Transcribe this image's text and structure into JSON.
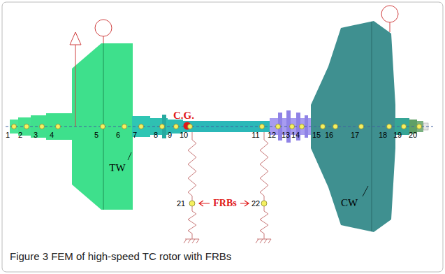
{
  "diagram": {
    "caption": "Figure 3 FEM of high-speed TC rotor with FRBs",
    "labels": [
      "1",
      "2",
      "3",
      "4",
      "5",
      "6",
      "7",
      "8",
      "9",
      "10",
      "C.G.",
      "11",
      "12",
      "13",
      "14",
      "15",
      "16",
      "17",
      "18",
      "19",
      "20",
      "TW",
      "21",
      "FRBs",
      "22",
      "CW"
    ]
  }
}
